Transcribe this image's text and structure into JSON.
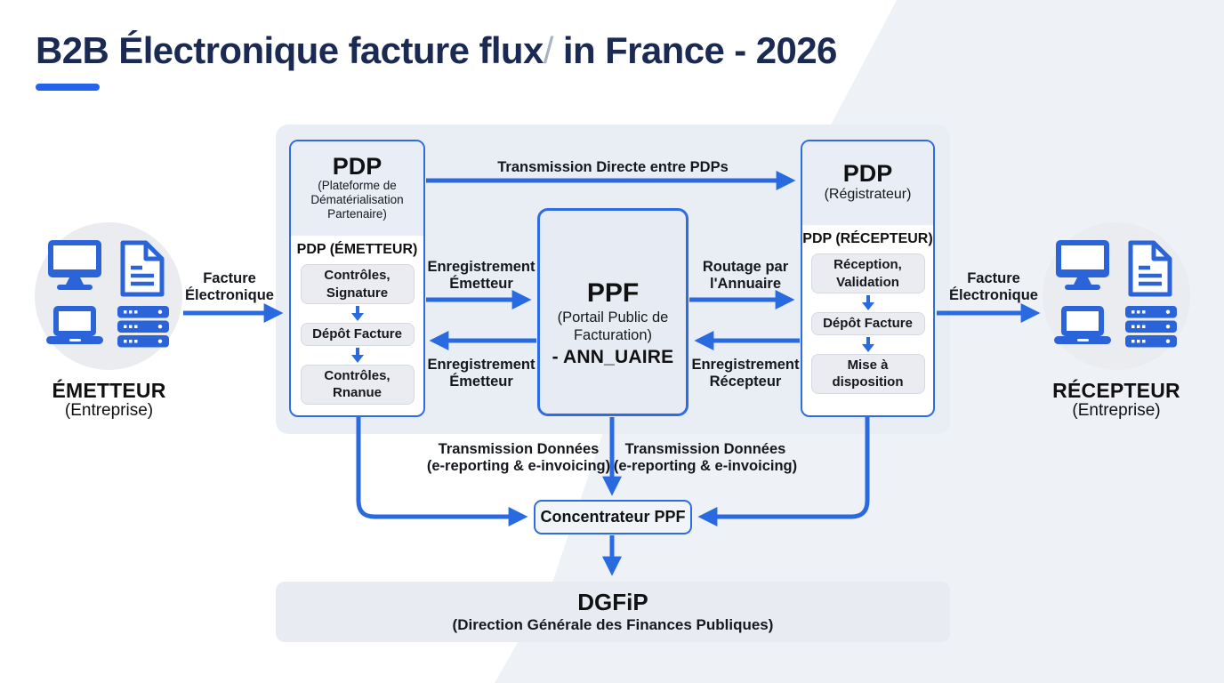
{
  "title": {
    "main": "B2B Électronique facture flux",
    "slash": "/",
    "tail": " in France - 2026"
  },
  "emitter": {
    "name": "ÉMETTEUR",
    "subtitle": "(Entreprise)",
    "arrow_label": "Facture Électronique"
  },
  "receiver": {
    "name": "RÉCEPTEUR",
    "subtitle": "(Entreprise)",
    "arrow_label": "Facture Électronique"
  },
  "pdp_emitter": {
    "title": "PDP",
    "subtitle": "(Plateforme de Dématérialisation Partenaire)",
    "section_label": "PDP (ÉMETTEUR)",
    "steps": [
      "Contrôles, Signature",
      "Dépôt Facture",
      "Contrôles, Rnanue"
    ]
  },
  "ppf": {
    "title": "PPF",
    "subtitle": "(Portail Public de Facturation)",
    "annuaire": "- ANN_UAIRE"
  },
  "pdp_receiver": {
    "title": "PDP",
    "subtitle": "(Régistrateur)",
    "section_label": "PDP (RÉCEPTEUR)",
    "steps": [
      "Réception, Validation",
      "Dépôt Facture",
      "Mise à disposition"
    ]
  },
  "flow_labels": {
    "transmission_directe": "Transmission Directe entre PDPs",
    "enregistrement_emetteur_top": "Enregistrement Émetteur",
    "enregistrement_emetteur_bottom": "Enregistrement Émetteur",
    "routage_annuaire": "Routage par l'Annuaire",
    "enregistrement_recepteur": "Enregistrement Récepteur",
    "transmission_donnees_line1": "Transmission Données",
    "transmission_donnees_line2": "(e-reporting & e-invoicing)"
  },
  "concentrateur": {
    "label": "Concentrateur PPF"
  },
  "dgfip": {
    "title": "DGFiP",
    "subtitle": "(Direction Générale des Finances Publiques)"
  },
  "colors": {
    "arrow_blue": "#2a6ae0",
    "border_blue": "#2f6ce2",
    "title_navy": "#1b2a52",
    "underline_blue": "#2563eb",
    "icon_blue": "#2b64d9",
    "container_gray": "#e9edf4",
    "diagonal_gray": "#eef1f6"
  }
}
